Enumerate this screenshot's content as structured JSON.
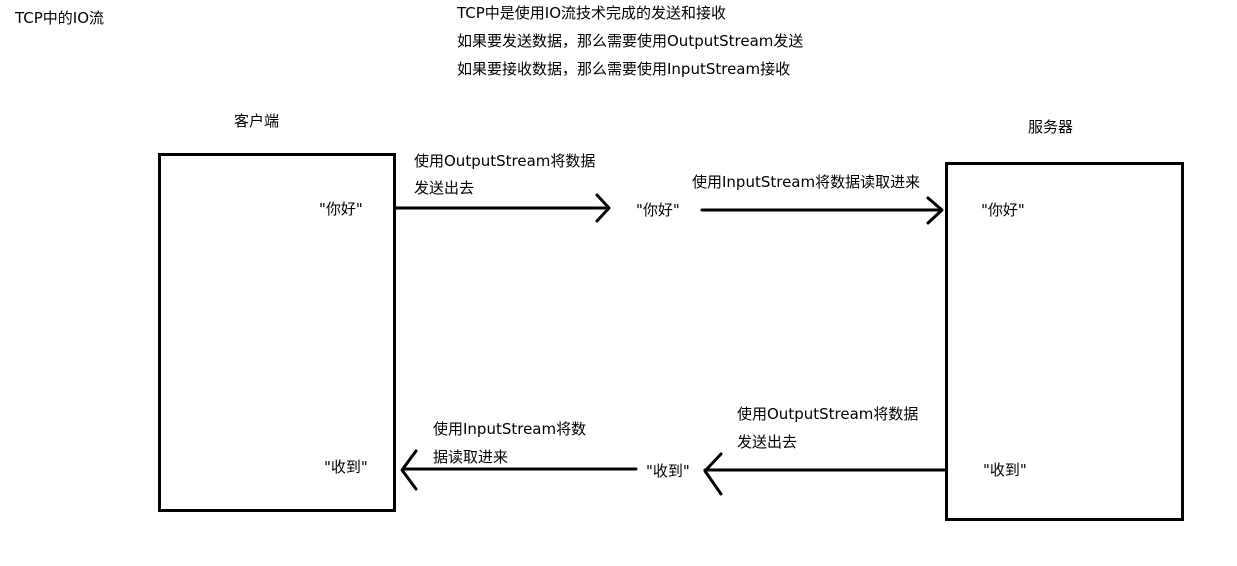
{
  "title": "TCP中的IO流",
  "description_lines": [
    "TCP中是使用IO流技术完成的发送和接收",
    "如果要发送数据，那么需要使用OutputStream发送",
    "如果要接收数据，那么需要使用InputStream接收"
  ],
  "client": {
    "label": "客户端",
    "send_message": "\"你好\"",
    "receive_message": "\"收到\""
  },
  "server": {
    "label": "服务器",
    "receive_message": "\"你好\"",
    "send_message": "\"收到\""
  },
  "middle": {
    "outgoing_message": "\"你好\"",
    "return_message": "\"收到\""
  },
  "annotations": {
    "client_send": [
      "使用OutputStream将数据",
      "发送出去"
    ],
    "server_receive": "使用InputStream将数据读取进来",
    "server_send": [
      "使用OutputStream将数据",
      "发送出去"
    ],
    "client_receive": [
      "使用InputStream将数",
      "据读取进来"
    ]
  }
}
